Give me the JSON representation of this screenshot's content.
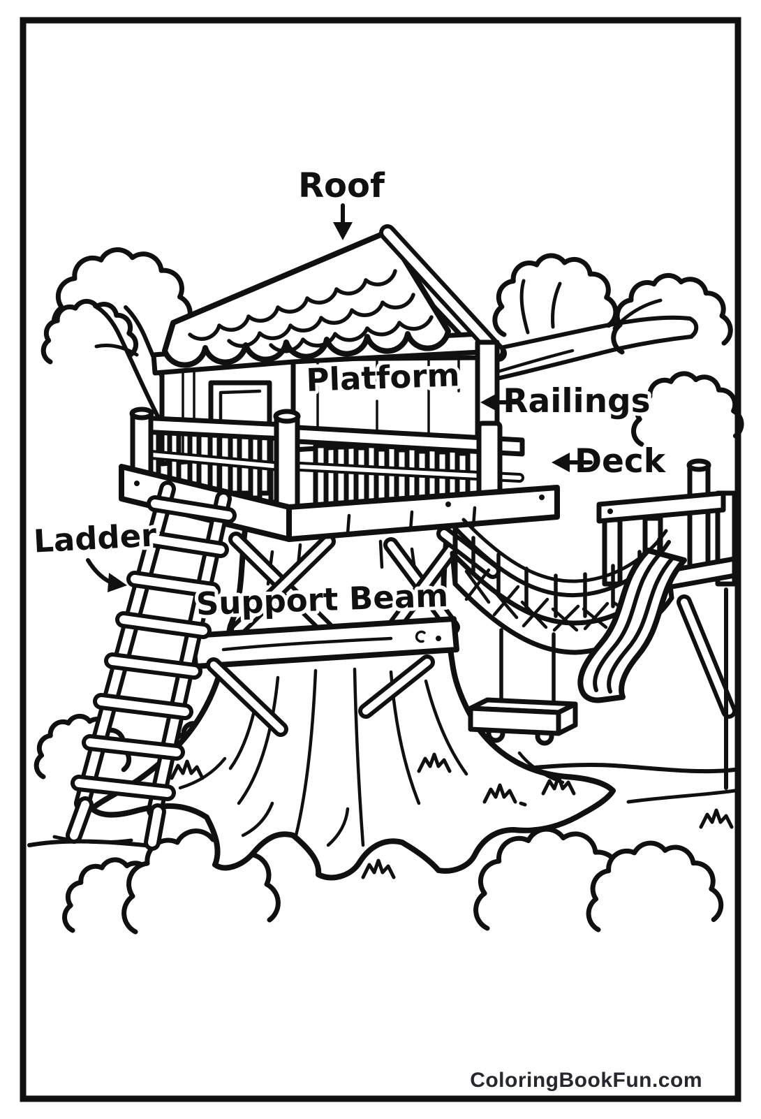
{
  "colors": {
    "ink": "#101010",
    "paper": "#ffffff",
    "watermark": "#26262c"
  },
  "labels": {
    "roof": "Roof",
    "platform": "Platform",
    "railings": "Railings",
    "deck": "Deck",
    "ladder": "Ladder",
    "support_beam": "Support Beam"
  },
  "watermark": "ColoringBookFun.com"
}
